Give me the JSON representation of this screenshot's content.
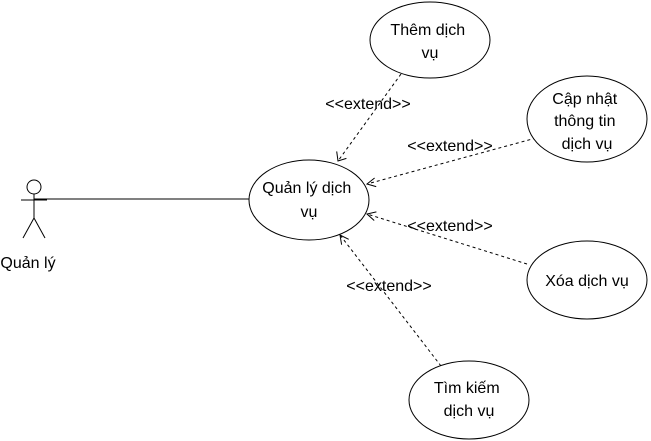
{
  "actor": {
    "label": "Quản lý"
  },
  "use_cases": {
    "main": {
      "lines": [
        "Quản lý dịch",
        "vụ"
      ]
    },
    "add": {
      "lines": [
        "Thêm dịch",
        "vụ"
      ]
    },
    "update": {
      "lines": [
        "Cập nhật",
        "thông tin",
        "dịch vụ"
      ]
    },
    "delete": {
      "lines": [
        "Xóa dịch vụ"
      ]
    },
    "search": {
      "lines": [
        "Tìm kiếm",
        "dịch vụ"
      ]
    }
  },
  "relations": {
    "add_extend": "<<extend>>",
    "update_extend": "<<extend>>",
    "delete_extend": "<<extend>>",
    "search_extend": "<<extend>>"
  },
  "colors": {
    "stroke": "#000000",
    "fill": "#ffffff",
    "text": "#000000"
  }
}
